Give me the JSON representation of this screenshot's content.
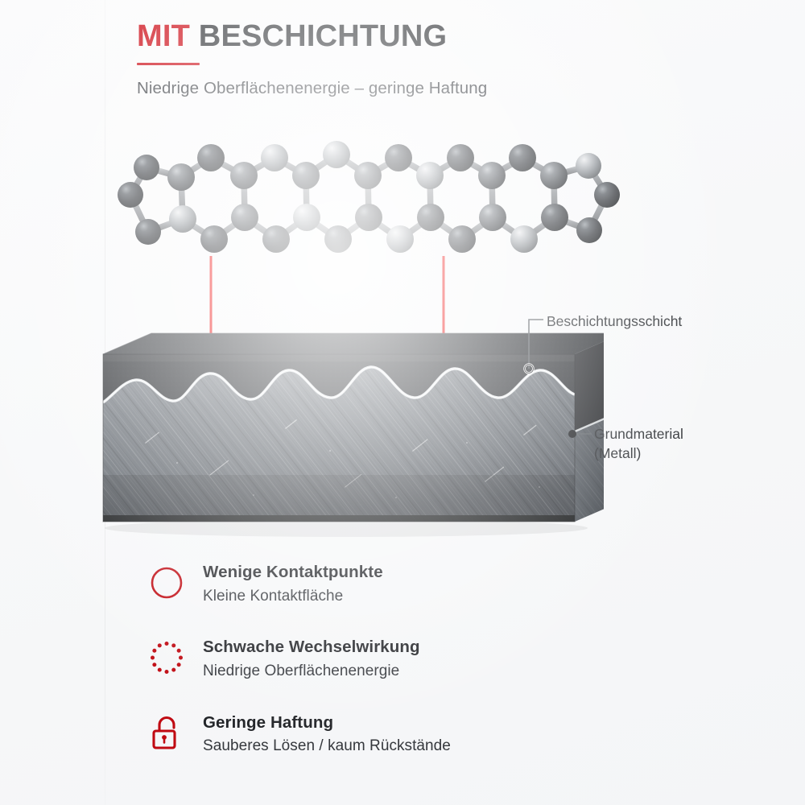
{
  "card": {
    "background_color": "#f7f8f9",
    "accent_color": "#cc0a14"
  },
  "header": {
    "title_accent": "MIT",
    "title_rest": "BESCHICHTUNG",
    "subtitle": "Niedrige Oberflächenenergie – geringe Haftung"
  },
  "diagram": {
    "molecule": {
      "description": "linear fused-ring ball-and-stick polymer chain",
      "atom_color_dark": "#3c3f44",
      "atom_color_light": "#b4b7bb",
      "bond_color": "#8d9095",
      "contact_marker_color": "#ff1414",
      "contact_points": 2
    },
    "block": {
      "coating_layer_color": "#2c2e31",
      "base_material_color": "#6b7077",
      "top_face_color": "#3a3d41",
      "side_face_color": "#26282b"
    },
    "callouts": [
      {
        "id": "coating",
        "label": "Beschichtungsschicht"
      },
      {
        "id": "base",
        "label_line1": "Grundmaterial",
        "label_line2": "(Metall)"
      }
    ]
  },
  "bullets": [
    {
      "icon": "circle-outline-icon",
      "title": "Wenige Kontaktpunkte",
      "subtitle": "Kleine Kontaktfläche"
    },
    {
      "icon": "dotted-circle-icon",
      "title": "Schwache Wechselwirkung",
      "subtitle": "Niedrige Oberflächenenergie"
    },
    {
      "icon": "unlock-icon",
      "title": "Geringe Haftung",
      "subtitle": "Sauberes Lösen / kaum Rückstände"
    }
  ]
}
